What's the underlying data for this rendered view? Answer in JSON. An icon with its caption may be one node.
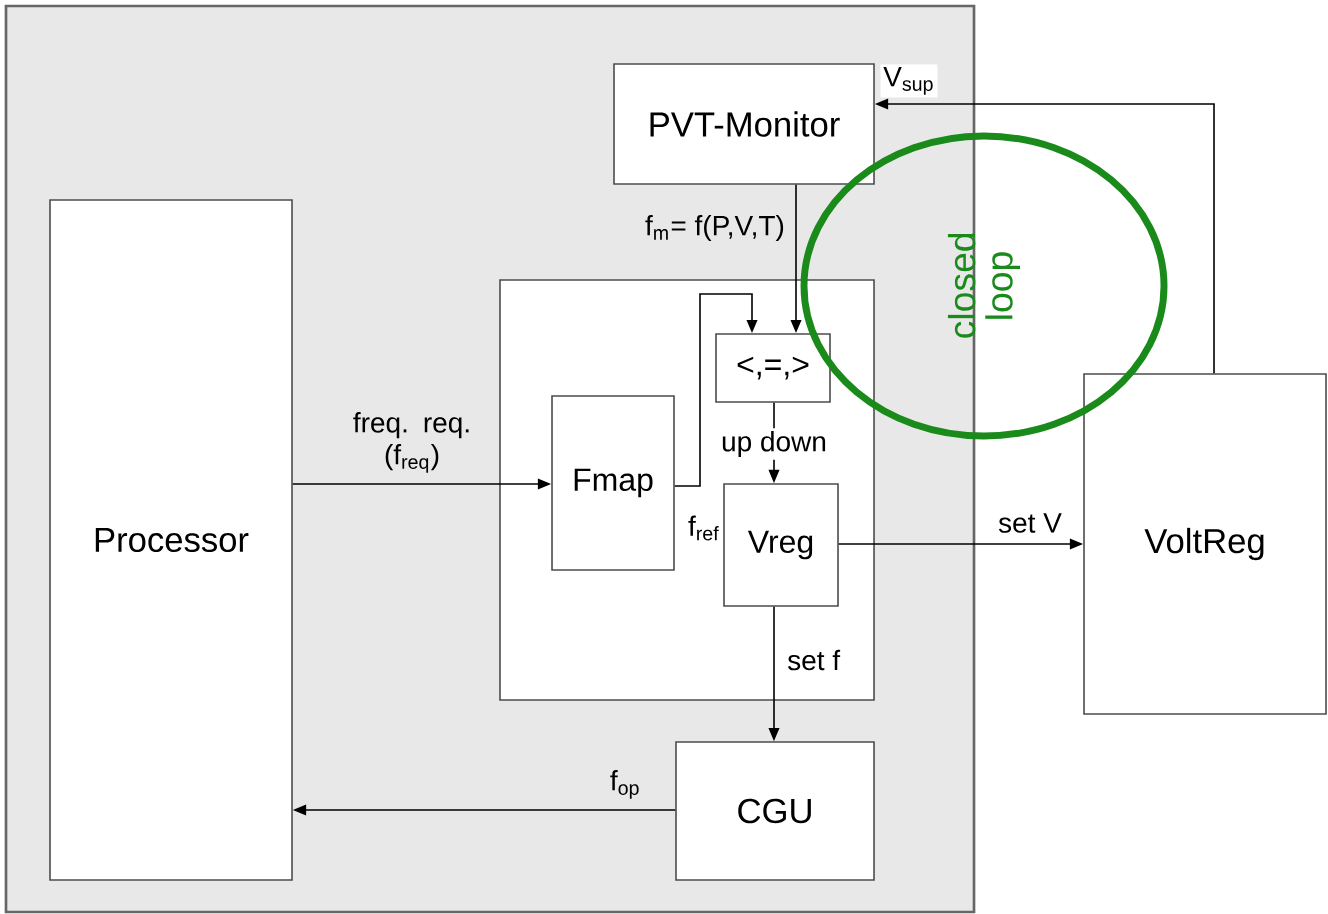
{
  "diagram": {
    "nodes": [
      {
        "text": [],
        "shape": "box"
      },
      {
        "text": [
          "Processor"
        ],
        "in": 0
      },
      {
        "text": [
          "PVT-Monitor"
        ],
        "in": 0
      },
      {
        "text": [],
        "shape": "box",
        "in": 0
      },
      {
        "text": [
          "Fmap"
        ],
        "in": 3
      },
      {
        "text": [
          "<,=,>"
        ],
        "in": 3
      },
      {
        "text": [
          "Vreg"
        ],
        "in": 3
      },
      {
        "text": [
          "CGU"
        ],
        "in": 0
      },
      {
        "text": [
          "VoltReg"
        ]
      },
      {
        "text": [
          "closed loop"
        ]
      }
    ],
    "edges": [
      {
        "from": 1,
        "to": 4,
        "arrow": "to",
        "label": "freq. req. (f$_{req}$)"
      },
      {
        "from": 7,
        "to": 1,
        "arrow": "to",
        "label": "f$_{op}$"
      },
      {
        "from": 2,
        "to": 5,
        "arrow": "to",
        "label": "f$_{m}$= f(P,V,T)"
      },
      {
        "from": 4,
        "to": 5,
        "arrow": "to",
        "label": "f$_{ref}$"
      },
      {
        "from": 5,
        "to": 6,
        "arrow": "to",
        "label": "up down"
      },
      {
        "from": 6,
        "to": 8,
        "arrow": "to",
        "label": "set V"
      },
      {
        "from": 6,
        "to": 7,
        "arrow": "to",
        "label": "set f"
      },
      {
        "from": 8,
        "to": 2,
        "arrow": "to",
        "label": "V$_{sup}$"
      }
    ]
  }
}
